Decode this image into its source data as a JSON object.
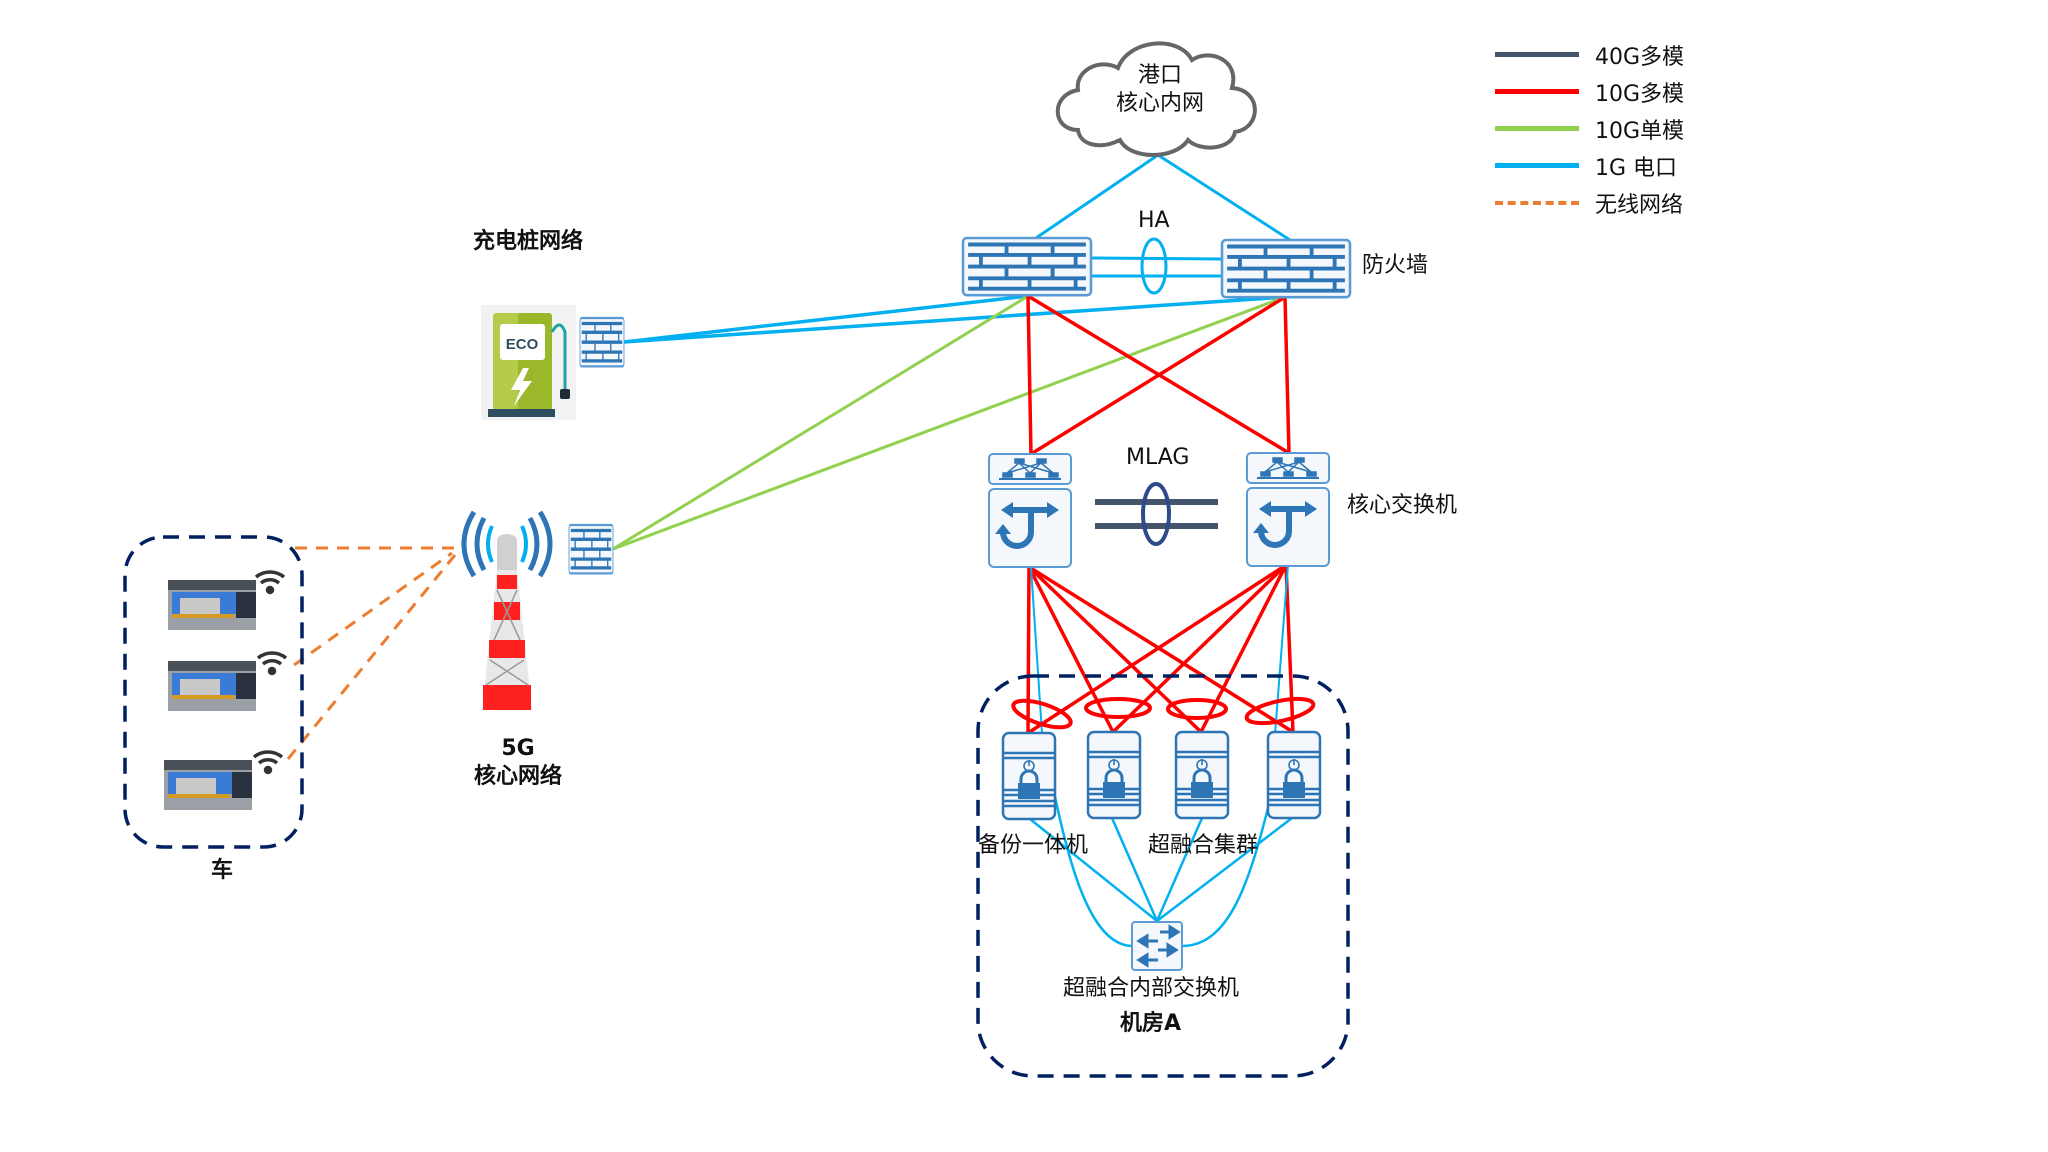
{
  "legend": [
    {
      "label": "40G多模",
      "color": "#44546a",
      "style": "solid"
    },
    {
      "label": "10G多模",
      "color": "#ff0000",
      "style": "solid"
    },
    {
      "label": "10G单模",
      "color": "#92d050",
      "style": "solid"
    },
    {
      "label": "1G 电口",
      "color": "#00b0f0",
      "style": "solid"
    },
    {
      "label": "无线网络",
      "color": "#ed7d31",
      "style": "dashed"
    }
  ],
  "cloud": {
    "line1": "港口",
    "line2": "核心内网"
  },
  "labels": {
    "ha": "HA",
    "firewall": "防火墙",
    "mlag": "MLAG",
    "core_switch": "核心交换机",
    "charging_network": "充电桩网络",
    "eco": "ECO",
    "fiveg_line1": "5G",
    "fiveg_line2": "核心网络",
    "vehicles": "车",
    "backup_appliance": "备份一体机",
    "hci_cluster": "超融合集群",
    "hci_internal_switch": "超融合内部交换机",
    "room_a": "机房A"
  },
  "colors": {
    "link_40g_mm": "#44546a",
    "link_10g_mm": "#ff0000",
    "link_10g_sm": "#92d050",
    "link_1g_copper": "#00b0f0",
    "link_wireless": "#ed7d31",
    "device_blue": "#2e75b6",
    "group_border": "#002060",
    "cloud_stroke": "#666666"
  }
}
